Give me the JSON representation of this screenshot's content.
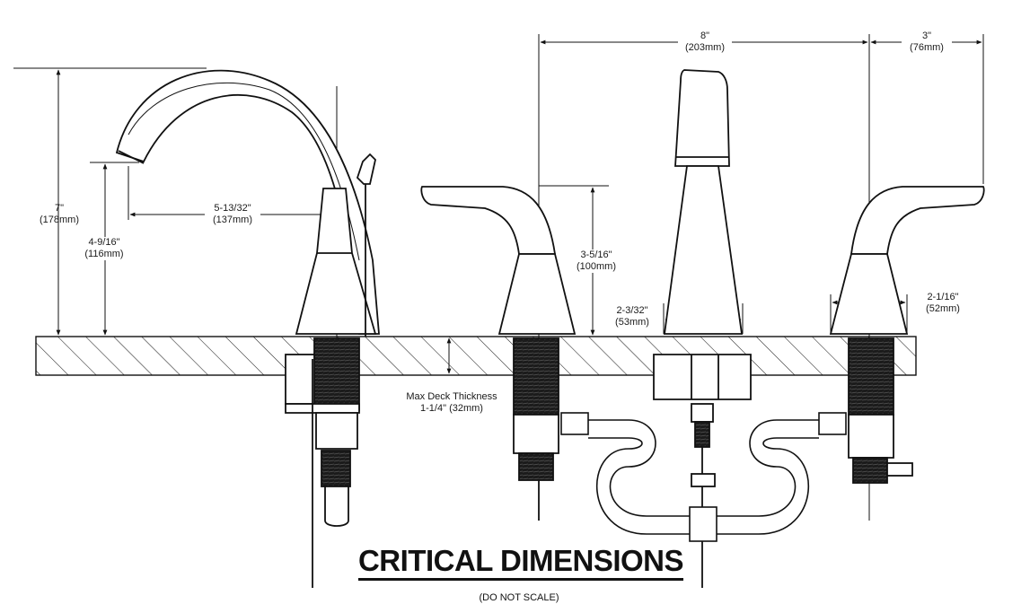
{
  "drawing": {
    "title": "CRITICAL DIMENSIONS",
    "note": "(DO NOT SCALE)",
    "deck_note": {
      "line1": "Max Deck Thickness",
      "line2": "1-1/4\" (32mm)"
    },
    "dimensions": {
      "spout_height": {
        "imperial": "7\"",
        "metric": "(178mm)"
      },
      "spout_outlet_height": {
        "imperial": "4-9/16\"",
        "metric": "(116mm)"
      },
      "spout_reach": {
        "imperial": "5-13/32\"",
        "metric": "(137mm)"
      },
      "handle_height": {
        "imperial": "3-5/16\"",
        "metric": "(100mm)"
      },
      "spout_base_diameter": {
        "imperial": "2-3/32\"",
        "metric": "(53mm)"
      },
      "center_spacing": {
        "imperial": "8\"",
        "metric": "(203mm)"
      },
      "handle_reach": {
        "imperial": "3\"",
        "metric": "(76mm)"
      },
      "handle_base_diameter": {
        "imperial": "2-1/16\"",
        "metric": "(52mm)"
      }
    }
  }
}
